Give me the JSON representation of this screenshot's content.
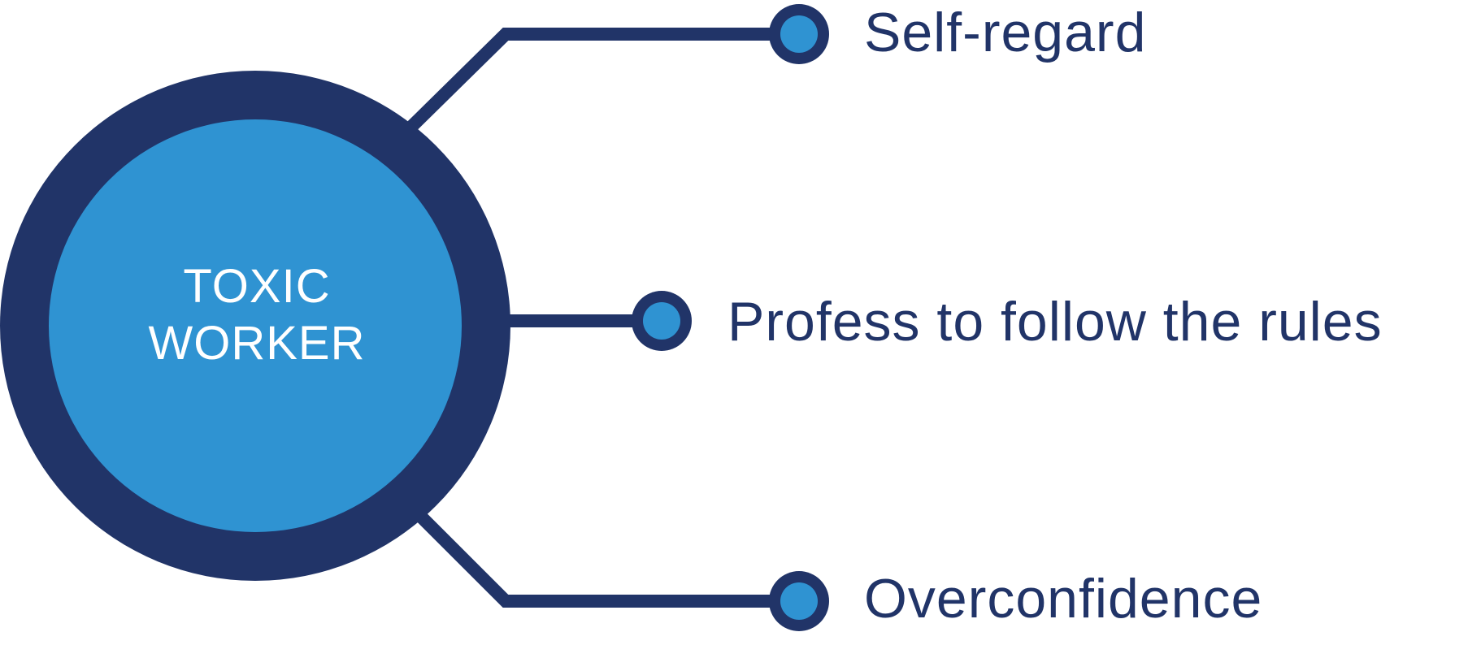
{
  "colors": {
    "navy": "#213468",
    "blue": "#2f93d2",
    "text_on_blue": "#ffffff",
    "background": "#ffffff"
  },
  "center": {
    "line1": "TOXIC",
    "line2": "WORKER"
  },
  "branches": [
    {
      "label": "Self-regard"
    },
    {
      "label": "Profess to follow the rules"
    },
    {
      "label": "Overconfidence"
    }
  ]
}
